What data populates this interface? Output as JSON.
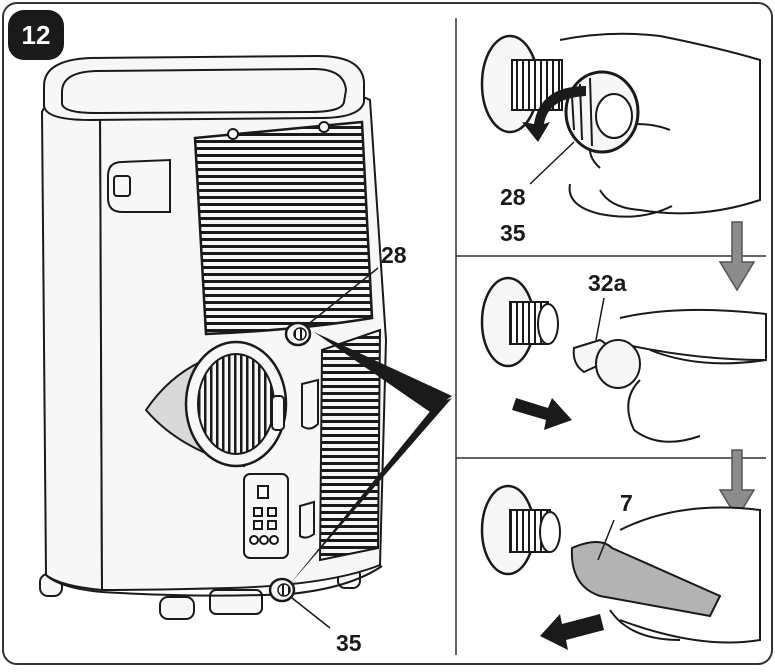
{
  "figure": {
    "number": "12"
  },
  "callouts": {
    "main_upper_connector": "28",
    "main_lower_connector": "35",
    "step1_cap_a": "28",
    "step1_cap_b": "35",
    "step2_plug": "32a",
    "step3_tape": "7"
  },
  "colors": {
    "line": "#1a1a1a",
    "panel_border": "#333333",
    "unit_fill": "#f7f7f7",
    "shade": "#d9d9d9",
    "step_arrow": "#8c8c8c",
    "tape": "#b3b3b3"
  }
}
